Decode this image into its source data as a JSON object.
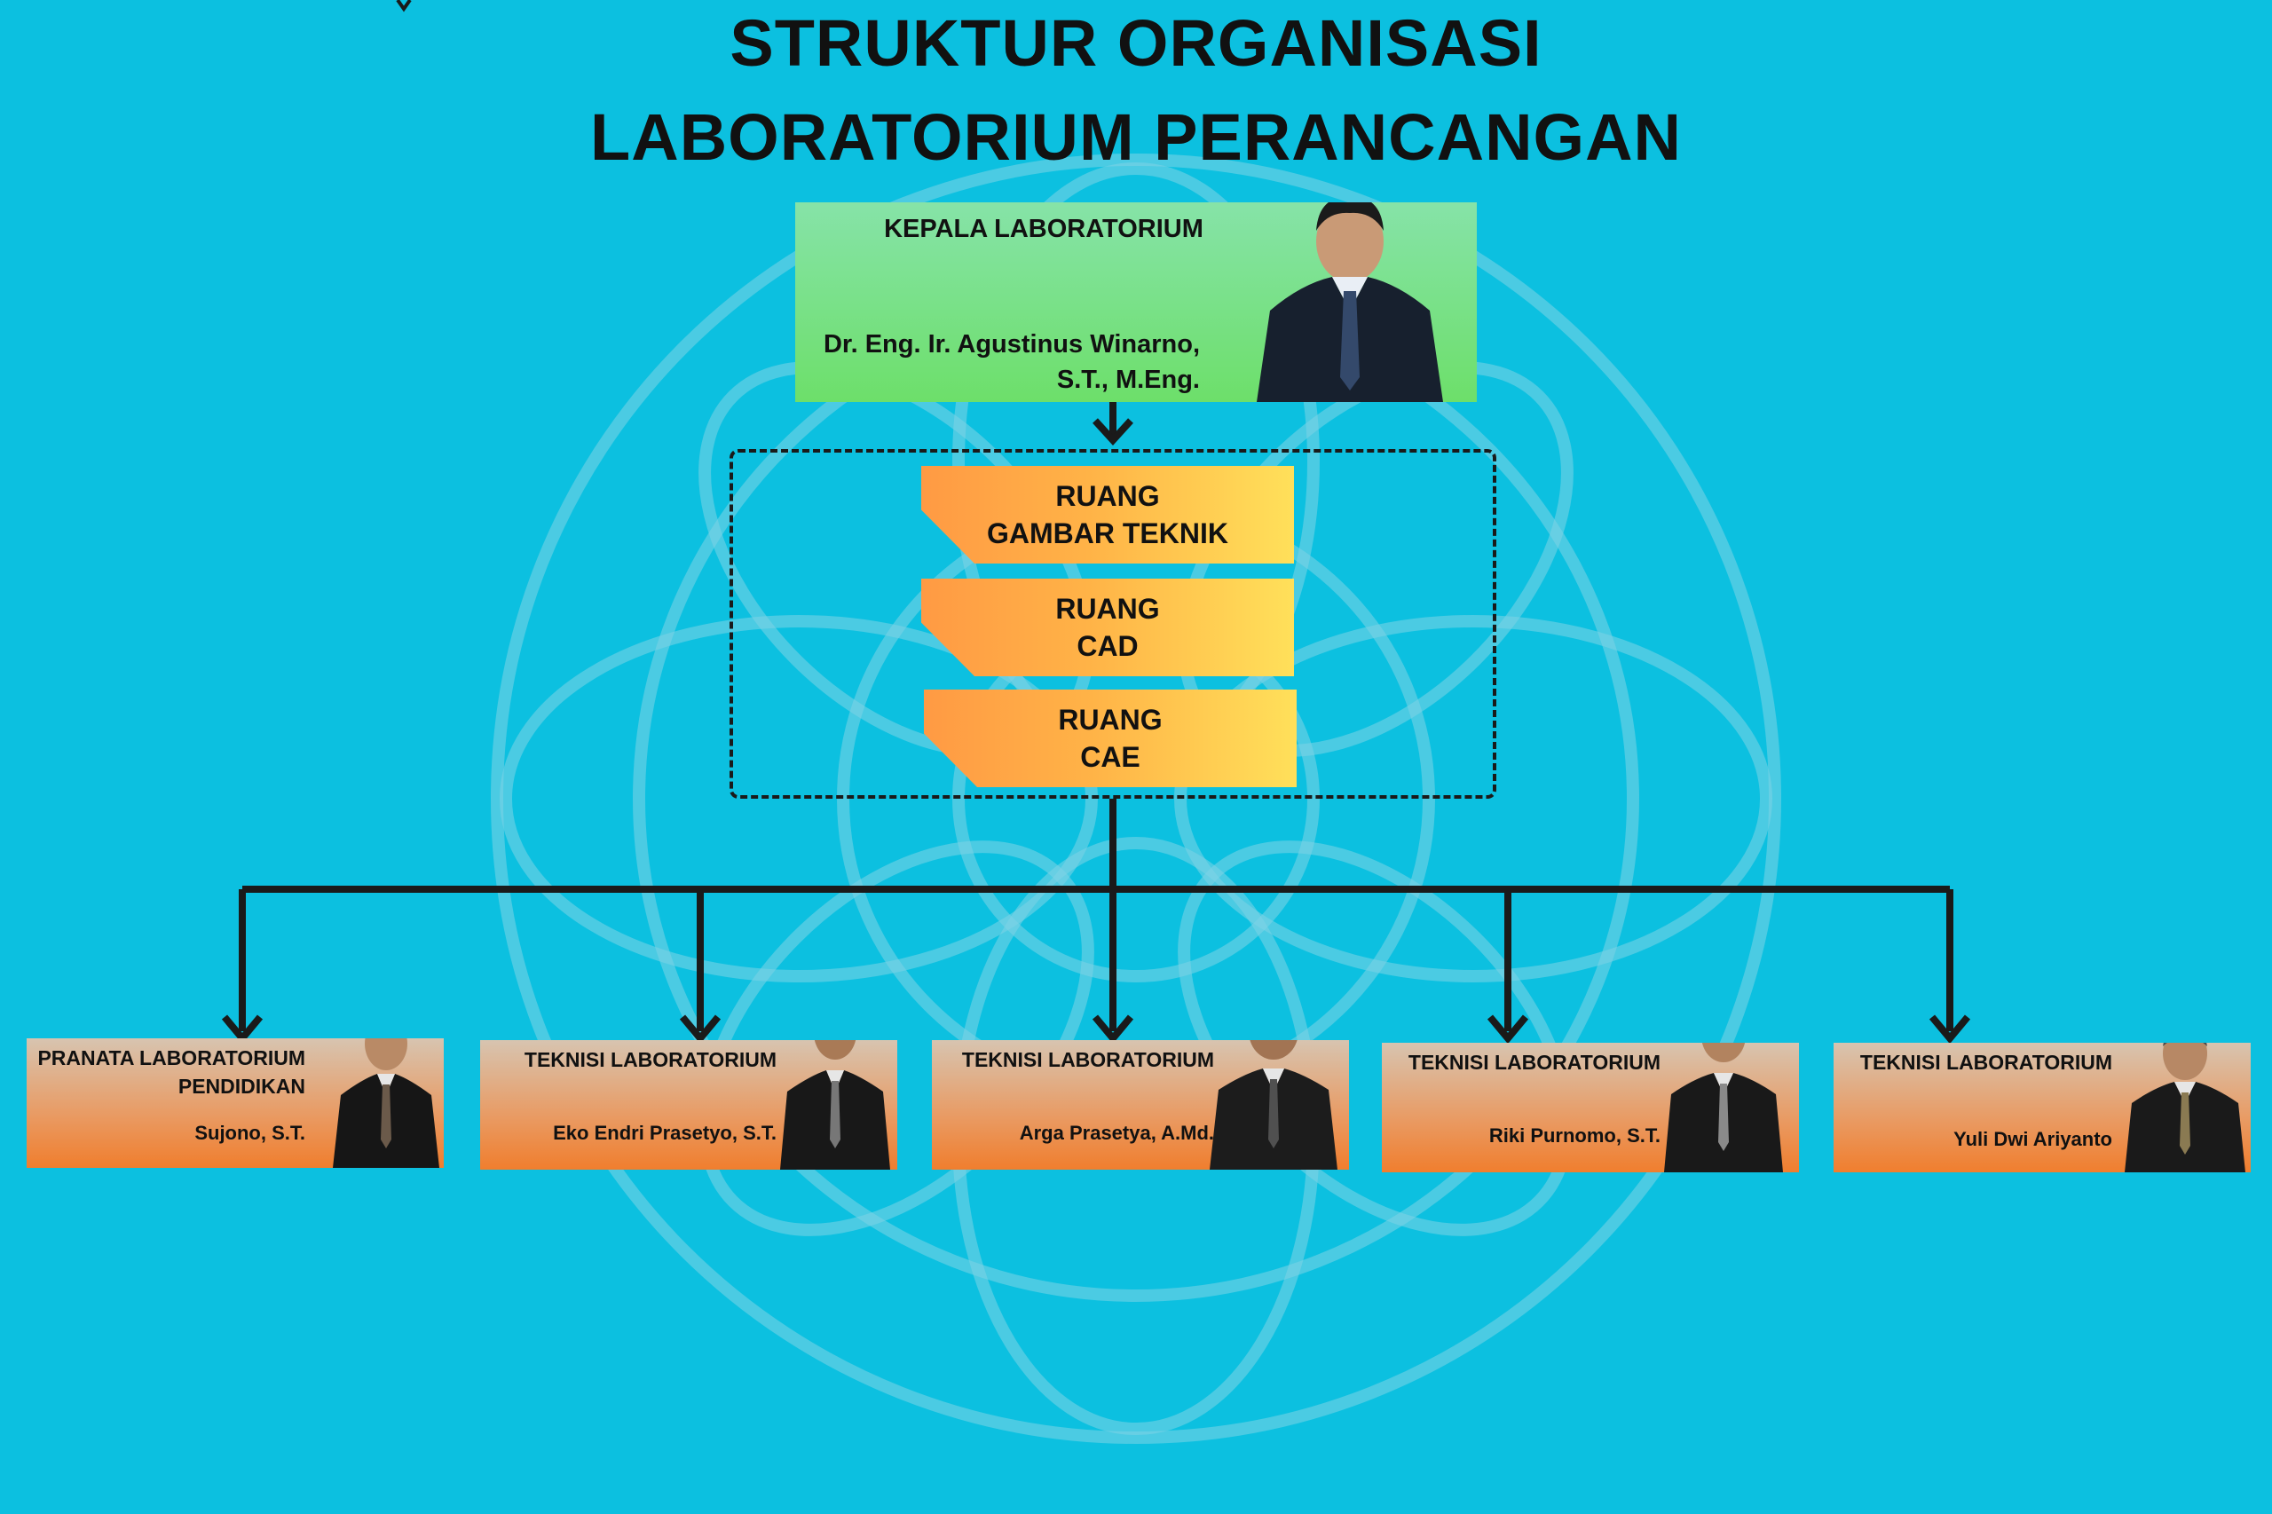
{
  "title": {
    "line1": "STRUKTUR ORGANISASI",
    "line2": "LABORATORIUM PERANCANGAN"
  },
  "head": {
    "role": "KEPALA LABORATORIUM",
    "name": "Dr. Eng. Ir. Agustinus Winarno,\nS.T., M.Eng."
  },
  "rooms": [
    {
      "label": "RUANG\nGAMBAR TEKNIK"
    },
    {
      "label": "RUANG\nCAD"
    },
    {
      "label": "RUANG\nCAE"
    }
  ],
  "staff": [
    {
      "role": "PRANATA LABORATORIUM\nPENDIDIKAN",
      "name": "Sujono, S.T."
    },
    {
      "role": "TEKNISI LABORATORIUM",
      "name": "Eko Endri Prasetyo, S.T."
    },
    {
      "role": "TEKNISI LABORATORIUM",
      "name": "Arga Prasetya, A.Md."
    },
    {
      "role": "TEKNISI LABORATORIUM",
      "name": "Riki Purnomo, S.T."
    },
    {
      "role": "TEKNISI LABORATORIUM",
      "name": "Yuli Dwi Ariyanto"
    }
  ],
  "colors": {
    "background": "#0cc0e0",
    "head_box": "#6ddf6a",
    "room_box": "#ffb347",
    "staff_card": "#f07e2e",
    "connector": "#1a1a1a"
  }
}
